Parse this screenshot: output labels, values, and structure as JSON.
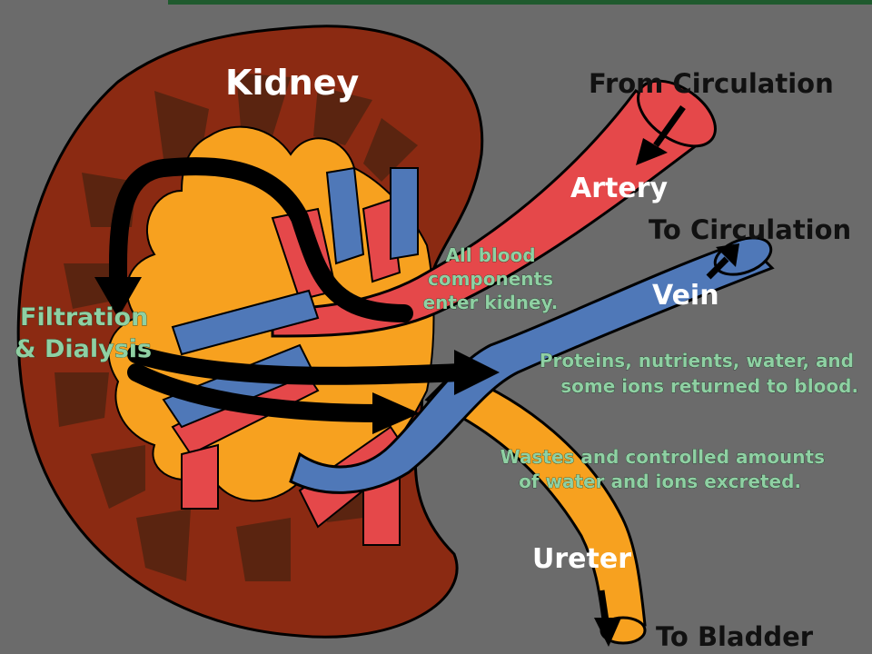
{
  "colors": {
    "background": "#6b6b6b",
    "kidney_cortex": "#8b2a12",
    "kidney_outline": "#000000",
    "pyramid": "#5a2410",
    "pelvis": "#f7a11f",
    "artery": "#e5484a",
    "vein": "#4f78b8",
    "ureter": "#f7a11f",
    "arrow": "#000000",
    "top_bar": "#1f5a2e",
    "label_white": "#ffffff",
    "label_black": "#111111",
    "label_green": "#8fd0a3"
  },
  "labels": {
    "kidney": "Kidney",
    "from_circulation": "From Circulation",
    "artery": "Artery",
    "to_circulation": "To Circulation",
    "vein": "Vein",
    "all_blood_line1": "All blood",
    "all_blood_line2": "components",
    "all_blood_line3": "enter kidney.",
    "filtration_line1": "Filtration",
    "filtration_line2": "& Dialysis",
    "proteins_line1": "Proteins, nutrients, water, and",
    "proteins_line2": "some ions returned to blood.",
    "wastes_line1": "Wastes and controlled amounts",
    "wastes_line2": "of water and ions excreted.",
    "ureter": "Ureter",
    "to_bladder": "To Bladder"
  }
}
